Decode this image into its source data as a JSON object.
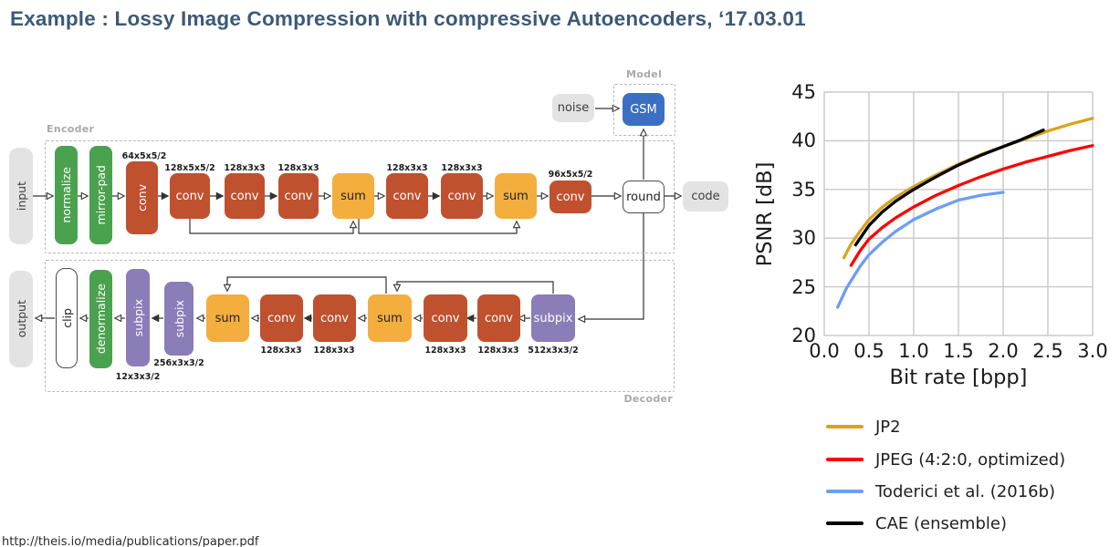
{
  "title": "Example : Lossy Image Compression with compressive Autoencoders, ‘17.03.01",
  "footer": {
    "url_text": "http://theis.io/media/publications/paper.pdf"
  },
  "colors": {
    "title_text": "#3C5977",
    "box_green": "#4BA24E",
    "box_conv_orange": "#C0512E",
    "box_sum_yellow": "#F3AE3D",
    "box_subpix_purple": "#8A7DB8",
    "box_gsm_blue": "#3B6FC4",
    "box_gray": "#E3E3E3",
    "dashed_border": "#b9b9b9"
  },
  "diagram": {
    "labels": {
      "encoder": "Encoder",
      "model": "Model",
      "decoder": "Decoder"
    },
    "nodes": {
      "input": "input",
      "normalize": "normalize",
      "mirror_pad": "mirror-pad",
      "conv": "conv",
      "sum": "sum",
      "round": "round",
      "code": "code",
      "noise": "noise",
      "gsm": "GSM",
      "output": "output",
      "clip": "clip",
      "denormalize": "denormalize",
      "subpix": "subpix"
    },
    "dims": {
      "enc_conv0": "64x5x5/2",
      "enc_conv1": "128x5x5/2",
      "enc_conv2": "128x3x3",
      "enc_conv3": "128x3x3",
      "enc_conv4": "128x3x3",
      "enc_conv5": "128x3x3",
      "enc_conv6": "96x5x5/2",
      "dec_subpix_small": "12x3x3/2",
      "dec_subpix_mid": "256x3x3/2",
      "dec_conv1": "128x3x3",
      "dec_conv2": "128x3x3",
      "dec_conv3": "128x3x3",
      "dec_conv4": "128x3x3",
      "dec_subpix_big": "512x3x3/2"
    }
  },
  "chart_data": {
    "type": "line",
    "title": "",
    "xlabel": "Bit rate [bpp]",
    "ylabel": "PSNR [dB]",
    "xlim": [
      0.0,
      3.0
    ],
    "ylim": [
      20,
      45
    ],
    "xtick_labels": [
      "0.0",
      "0.5",
      "1.0",
      "1.5",
      "2.0",
      "2.5",
      "3.0"
    ],
    "ytick_labels_top_down": [
      "45",
      "40",
      "35",
      "30",
      "25",
      "20"
    ],
    "grid": true,
    "legend_position": "below-left",
    "series": [
      {
        "name": "JP2",
        "color": "#D9A41B",
        "points": [
          [
            0.22,
            28.0
          ],
          [
            0.3,
            29.4
          ],
          [
            0.4,
            30.7
          ],
          [
            0.5,
            31.9
          ],
          [
            0.65,
            33.2
          ],
          [
            0.8,
            34.2
          ],
          [
            1.0,
            35.3
          ],
          [
            1.25,
            36.5
          ],
          [
            1.5,
            37.6
          ],
          [
            1.75,
            38.6
          ],
          [
            2.0,
            39.4
          ],
          [
            2.25,
            40.2
          ],
          [
            2.5,
            41.0
          ],
          [
            2.75,
            41.7
          ],
          [
            3.0,
            42.3
          ]
        ]
      },
      {
        "name": "JPEG (4:2:0, optimized)",
        "color": "#FF0000",
        "points": [
          [
            0.3,
            27.2
          ],
          [
            0.4,
            28.7
          ],
          [
            0.5,
            29.9
          ],
          [
            0.65,
            31.1
          ],
          [
            0.8,
            32.1
          ],
          [
            1.0,
            33.2
          ],
          [
            1.25,
            34.4
          ],
          [
            1.5,
            35.4
          ],
          [
            1.75,
            36.3
          ],
          [
            2.0,
            37.1
          ],
          [
            2.25,
            37.8
          ],
          [
            2.5,
            38.4
          ],
          [
            2.75,
            39.0
          ],
          [
            3.0,
            39.5
          ]
        ]
      },
      {
        "name": "Toderici et al. (2016b)",
        "color": "#6D9EF1",
        "points": [
          [
            0.15,
            22.9
          ],
          [
            0.25,
            24.9
          ],
          [
            0.4,
            27.1
          ],
          [
            0.5,
            28.3
          ],
          [
            0.65,
            29.6
          ],
          [
            0.8,
            30.7
          ],
          [
            1.0,
            31.9
          ],
          [
            1.25,
            33.0
          ],
          [
            1.5,
            33.9
          ],
          [
            1.75,
            34.4
          ],
          [
            2.0,
            34.7
          ]
        ]
      },
      {
        "name": "CAE (ensemble)",
        "color": "#000000",
        "points": [
          [
            0.35,
            29.3
          ],
          [
            0.5,
            31.3
          ],
          [
            0.65,
            32.7
          ],
          [
            0.8,
            33.8
          ],
          [
            1.0,
            35.0
          ],
          [
            1.25,
            36.3
          ],
          [
            1.5,
            37.5
          ],
          [
            1.75,
            38.5
          ],
          [
            2.0,
            39.4
          ],
          [
            2.2,
            40.1
          ],
          [
            2.45,
            41.1
          ]
        ]
      }
    ]
  }
}
